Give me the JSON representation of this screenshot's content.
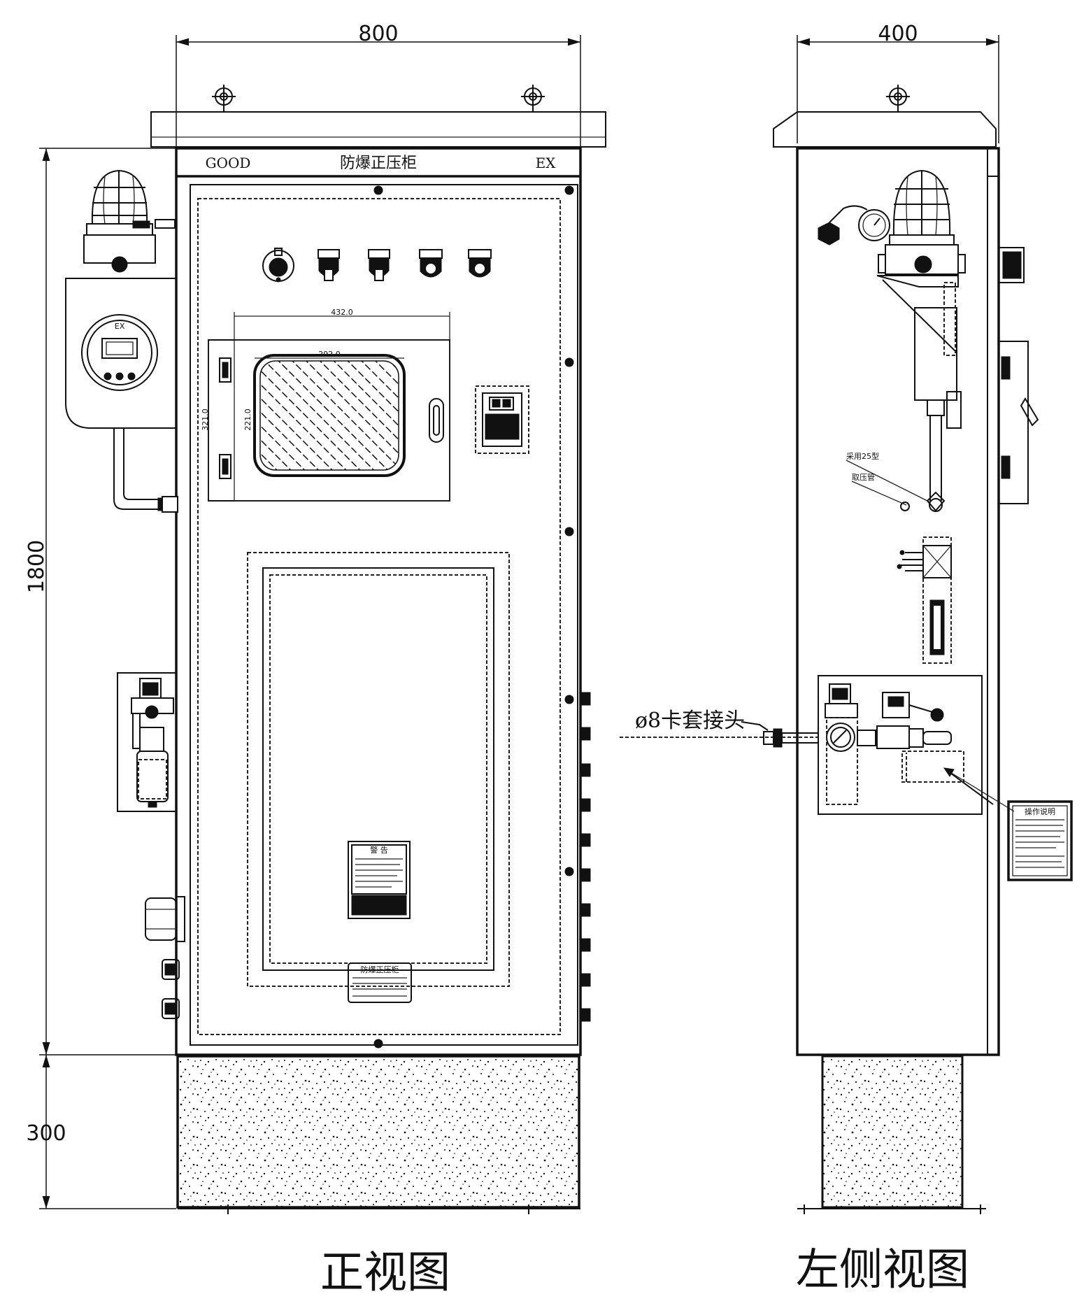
{
  "dimensions": {
    "front_width": "800",
    "side_width": "400",
    "cabinet_height": "1800",
    "base_height": "300"
  },
  "front_view": {
    "header_left": "GOOD",
    "header_center": "防爆正压柜",
    "header_right": "EX",
    "window_outer_width": "432.0",
    "window_outer_height": "321.0",
    "window_inner_width": "292.0",
    "window_inner_height": "221.0",
    "controller_label": "EX",
    "nameplate_top_title": "警 告",
    "nameplate_bottom_title": "防爆正压柜"
  },
  "side_view": {
    "label_tube": "采用25型",
    "label_gauge": "取压管",
    "connector_label": "ø8卡套接头",
    "warning_plate_title": "操作说明"
  },
  "captions": {
    "front": "正视图",
    "side": "左侧视图"
  },
  "icons": {
    "lamp": "explosion-proof-alarm-lamp-icon",
    "gauge": "pressure-gauge-icon",
    "lifting_eye": "lifting-eye-icon"
  },
  "colors": {
    "line": "#111111",
    "fill_base": "#ffffff"
  }
}
